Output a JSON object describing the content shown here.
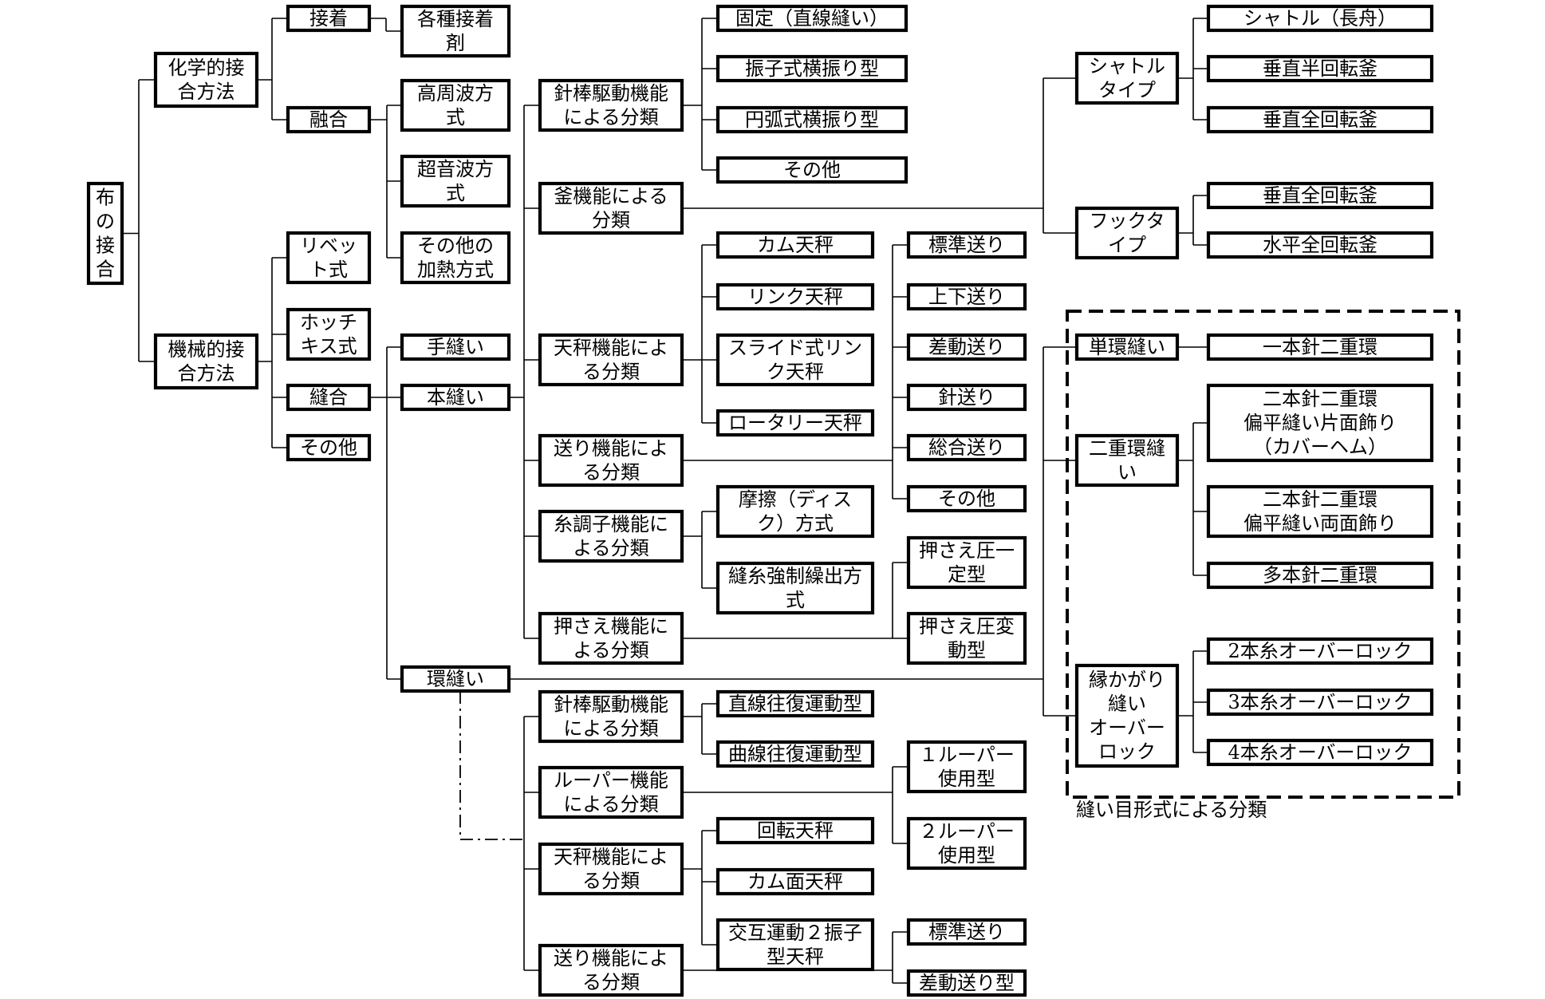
{
  "nodes": {
    "root": [
      "布",
      "の",
      "接",
      "合"
    ],
    "chemical": [
      "化学的接",
      "合方法"
    ],
    "mechanical": [
      "機械的接",
      "合方法"
    ],
    "adhesion": [
      "接着"
    ],
    "adhesive_types": [
      "各種接着",
      "剤"
    ],
    "fusion": [
      "融合"
    ],
    "high_freq": [
      "高周波方",
      "式"
    ],
    "ultrasonic": [
      "超音波方",
      "式"
    ],
    "other_heating": [
      "その他の",
      "加熱方式"
    ],
    "rivet": [
      "リベッ",
      "ト式"
    ],
    "stapler": [
      "ホッチ",
      "キス式"
    ],
    "sewing": [
      "縫合"
    ],
    "mech_other": [
      "その他"
    ],
    "hand_sewing": [
      "手縫い"
    ],
    "lockstitch": [
      "本縫い"
    ],
    "chainstitch": [
      "環縫い"
    ],
    "ls_needlebar": [
      "針棒駆動機能",
      "による分類"
    ],
    "ls_hook": [
      "釜機能による",
      "分類"
    ],
    "ls_takeup": [
      "天秤機能によ",
      "る分類"
    ],
    "ls_feed": [
      "送り機能によ",
      "る分類"
    ],
    "ls_tension": [
      "糸調子機能に",
      "よる分類"
    ],
    "ls_presser": [
      "押さえ機能に",
      "よる分類"
    ],
    "nb_fixed": [
      "固定（直線縫い）"
    ],
    "nb_pendulum": [
      "振子式横振り型"
    ],
    "nb_arc": [
      "円弧式横振り型"
    ],
    "nb_other": [
      "その他"
    ],
    "tu_cam": [
      "カム天秤"
    ],
    "tu_link": [
      "リンク天秤"
    ],
    "tu_slide": [
      "スライド式リン",
      "ク天秤"
    ],
    "tu_rotary": [
      "ロータリー天秤"
    ],
    "tn_friction": [
      "摩擦（ディス",
      "ク）方式"
    ],
    "tn_forced": [
      "縫糸強制繰出方",
      "式"
    ],
    "fd_std": [
      "標準送り"
    ],
    "fd_updown": [
      "上下送り"
    ],
    "fd_diff": [
      "差動送り"
    ],
    "fd_needle": [
      "針送り"
    ],
    "fd_compound": [
      "総合送り"
    ],
    "fd_other": [
      "その他"
    ],
    "pr_const": [
      "押さえ圧一",
      "定型"
    ],
    "pr_var": [
      "押さえ圧変",
      "動型"
    ],
    "hk_shuttle": [
      "シャトル",
      "タイプ"
    ],
    "hk_hook": [
      "フックタ",
      "イプ"
    ],
    "sh_long": [
      "シャトル（長舟）"
    ],
    "sh_vhalf": [
      "垂直半回転釜"
    ],
    "sh_vfull": [
      "垂直全回転釜"
    ],
    "hh_vfull": [
      "垂直全回転釜"
    ],
    "hh_hfull": [
      "水平全回転釜"
    ],
    "cs_needlebar": [
      "針棒駆動機能",
      "による分類"
    ],
    "cs_looper": [
      "ルーパー機能",
      "による分類"
    ],
    "cs_takeup": [
      "天秤機能によ",
      "る分類"
    ],
    "cs_feed": [
      "送り機能によ",
      "る分類"
    ],
    "csn_linear": [
      "直線往復運動型"
    ],
    "csn_curve": [
      "曲線往復運動型"
    ],
    "lp_one": [
      "１ルーパー",
      "使用型"
    ],
    "lp_two": [
      "２ルーパー",
      "使用型"
    ],
    "cst_rotary": [
      "回転天秤"
    ],
    "cst_cam": [
      "カム面天秤"
    ],
    "cst_alt": [
      "交互運動２振子",
      "型天秤"
    ],
    "csf_std": [
      "標準送り"
    ],
    "csf_diff": [
      "差動送り型"
    ],
    "sf_single": [
      "単環縫い"
    ],
    "sf_double": [
      "二重環縫",
      "い"
    ],
    "sf_overlock": [
      "縁かがり",
      "縫い",
      "オーバー",
      "ロック"
    ],
    "sg_one": [
      "一本針二重環"
    ],
    "dd_two_cover": [
      "二本針二重環",
      "偏平縫い片面飾り",
      "（カバーヘム）"
    ],
    "dd_two_both": [
      "二本針二重環",
      "偏平縫い両面飾り"
    ],
    "dd_multi": [
      "多本針二重環"
    ],
    "ol_2": [
      "2本糸オーバーロック"
    ],
    "ol_3": [
      "3本糸オーバーロック"
    ],
    "ol_4": [
      "4本糸オーバーロック"
    ]
  },
  "caption": "縫い目形式による分類"
}
